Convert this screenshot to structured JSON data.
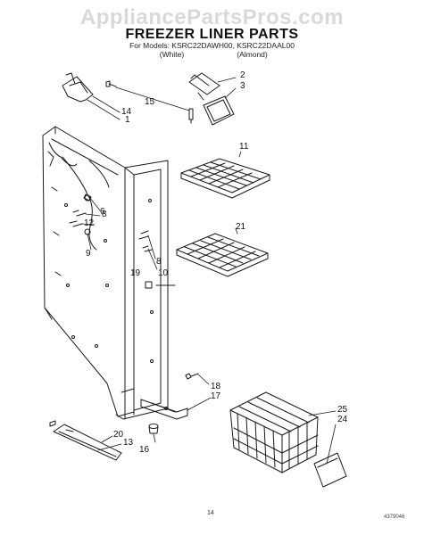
{
  "watermark": "AppliancePartsPros.com",
  "title": "FREEZER LINER PARTS",
  "models_line": "For Models: KSRC22DAWH00, KSRC22DAAL00",
  "colors": {
    "white": "(White)",
    "almond": "(Almond)"
  },
  "part_numbers": {
    "p1": "1",
    "p2": "2",
    "p3": "3",
    "p6": "6",
    "p8a": "8",
    "p8b": "8",
    "p9": "9",
    "p10": "10",
    "p11": "11",
    "p12": "12",
    "p13": "13",
    "p14": "14",
    "p15": "15",
    "p16": "16",
    "p17": "17",
    "p18": "18",
    "p19": "19",
    "p20": "20",
    "p21": "21",
    "p24": "24",
    "p25": "25"
  },
  "footer": {
    "page": "14",
    "code": "4379046"
  }
}
